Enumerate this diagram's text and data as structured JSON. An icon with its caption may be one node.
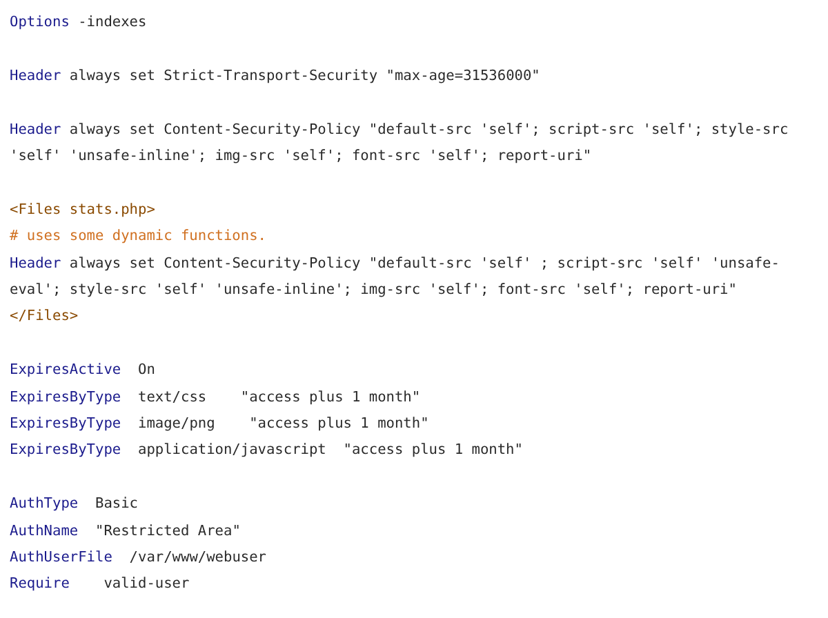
{
  "diagram": {
    "labels": [
      "Options -indexes",
      "Header always set Strict-Transport-Security \"max-age=31536000\"",
      "Header always set Content-Security-Policy \"default-src 'self'; script-src 'self'; style-src 'self' 'unsafe-inline'; img-src 'self'; font-src 'self'; report-uri\"",
      "<Files stats.php>",
      "# uses some dynamic functions.",
      "Header always set Content-Security-Policy \"default-src 'self' ; script-src 'self' 'unsafe-eval'; style-src 'self' 'unsafe-inline'; img-src 'self'; font-src 'self'; report-uri\"",
      "</Files>",
      "ExpiresActive  On",
      "ExpiresByType  text/css    \"access plus 1 month\"",
      "ExpiresByType  image/png    \"access plus 1 month\"",
      "ExpiresByType  application/javascript  \"access plus 1 month\"",
      "AuthType  Basic",
      "AuthName  \"Restricted Area\"",
      "AuthUserFile  /var/www/webuser",
      "Require    valid-user"
    ]
  }
}
